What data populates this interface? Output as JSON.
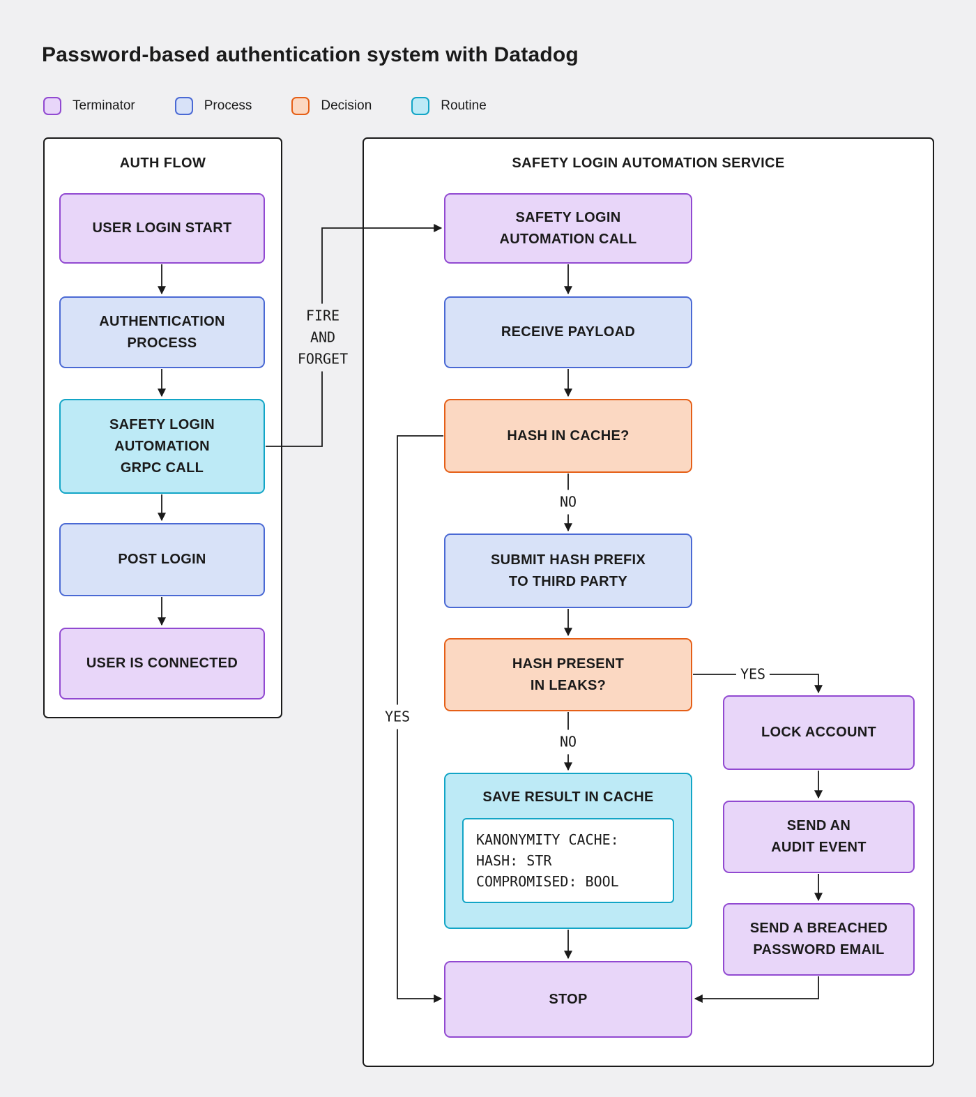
{
  "title": "Password-based authentication system with Datadog",
  "legend": [
    {
      "label": "Terminator",
      "type": "terminator"
    },
    {
      "label": "Process",
      "type": "process"
    },
    {
      "label": "Decision",
      "type": "decision"
    },
    {
      "label": "Routine",
      "type": "routine"
    }
  ],
  "auth_flow": {
    "title": "AUTH FLOW",
    "nodes": [
      {
        "label": "USER LOGIN START",
        "type": "terminator"
      },
      {
        "label": "AUTHENTICATION\nPROCESS",
        "type": "process"
      },
      {
        "label": "SAFETY LOGIN\nAUTOMATION\nGRPC CALL",
        "type": "routine"
      },
      {
        "label": "POST LOGIN",
        "type": "process"
      },
      {
        "label": "USER IS CONNECTED",
        "type": "terminator"
      }
    ]
  },
  "service": {
    "title": "SAFETY LOGIN AUTOMATION SERVICE",
    "nodes": [
      {
        "label": "SAFETY LOGIN\nAUTOMATION CALL",
        "type": "terminator"
      },
      {
        "label": "RECEIVE PAYLOAD",
        "type": "process"
      },
      {
        "label": "HASH IN CACHE?",
        "type": "decision"
      },
      {
        "label": "SUBMIT HASH PREFIX\nTO THIRD PARTY",
        "type": "process"
      },
      {
        "label": "HASH PRESENT\nIN LEAKS?",
        "type": "decision"
      },
      {
        "label": "SAVE RESULT IN CACHE",
        "type": "routine"
      },
      {
        "label": "STOP",
        "type": "terminator"
      },
      {
        "label": "LOCK ACCOUNT",
        "type": "terminator"
      },
      {
        "label": "SEND AN\nAUDIT EVENT",
        "type": "terminator"
      },
      {
        "label": "SEND A BREACHED\nPASSWORD EMAIL",
        "type": "terminator"
      }
    ],
    "cache_detail": "KANONYMITY CACHE:\nHASH: STR\nCOMPROMISED: BOOL"
  },
  "edge_labels": {
    "fire_and_forget": "FIRE\nAND\nFORGET",
    "no_cache": "NO",
    "no_leaks": "NO",
    "yes_cache": "YES",
    "yes_leaks": "YES"
  },
  "colors": {
    "background": "#f0f0f2",
    "container_background": "#ffffff",
    "line": "#1a1a1a",
    "terminator_fill": "#e8d6f9",
    "terminator_border": "#9149d1",
    "process_fill": "#d8e2f8",
    "process_border": "#4a69d4",
    "decision_fill": "#fbd8c2",
    "decision_border": "#e55f17",
    "routine_fill": "#bdeaf6",
    "routine_border": "#12a5c6"
  }
}
